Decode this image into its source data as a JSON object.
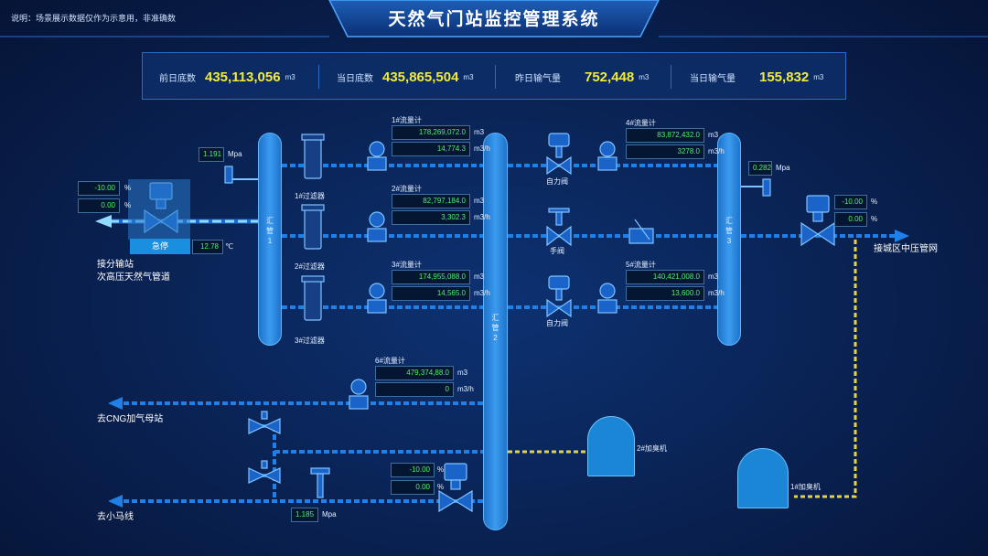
{
  "note": "说明：场景展示数据仅作为示意用，非准确数",
  "title": "天然气门站监控管理系统",
  "stats": [
    {
      "label": "前日底数",
      "value": "435,113,056",
      "unit": "m3"
    },
    {
      "label": "当日底数",
      "value": "435,865,504",
      "unit": "m3"
    },
    {
      "label": "昨日输气量",
      "value": "752,448",
      "unit": "m3"
    },
    {
      "label": "当日输气量",
      "value": "155,832",
      "unit": "m3"
    }
  ],
  "inlet": {
    "valve_pct_1": "-10.00",
    "valve_pct_2": "0.00",
    "pct_unit": "%",
    "pressure": "1.191",
    "pressure_unit": "Mpa",
    "temperature": "12.78",
    "temperature_unit": "℃",
    "estop_label": "急停",
    "source_label_1": "接分输站",
    "source_label_2": "次高压天然气管道"
  },
  "headers": {
    "h1": "汇\n管\n1",
    "h2": "汇\n管\n2",
    "h3": "汇\n管\n3"
  },
  "filters": [
    "1#过滤器",
    "2#过滤器",
    "3#过滤器"
  ],
  "meters": [
    {
      "name": "1#流量计",
      "total": "178,269,072.0",
      "total_unit": "m3",
      "rate": "14,774.3",
      "rate_unit": "m3/h"
    },
    {
      "name": "2#流量计",
      "total": "82,797,184.0",
      "total_unit": "m3",
      "rate": "3,302.3",
      "rate_unit": "m3/h"
    },
    {
      "name": "3#流量计",
      "total": "174,955,088.0",
      "total_unit": "m3",
      "rate": "14,565.0",
      "rate_unit": "m3/h"
    },
    {
      "name": "4#流量计",
      "total": "83,872,432.0",
      "total_unit": "m3",
      "rate": "3278.0",
      "rate_unit": "m3/h"
    },
    {
      "name": "5#流量计",
      "total": "140,421,008.0",
      "total_unit": "m3",
      "rate": "13,600.0",
      "rate_unit": "m3/h"
    },
    {
      "name": "6#流量计",
      "total": "479,374,88.0",
      "total_unit": "m3",
      "rate": "0",
      "rate_unit": "m3/h"
    }
  ],
  "valves": {
    "self1": "自力阀",
    "manual": "手阀",
    "self2": "自力阀"
  },
  "outlet": {
    "pressure": "0.282",
    "pressure_unit": "Mpa",
    "valve_pct_1": "-10.00",
    "valve_pct_2": "0.00",
    "pct_unit": "%",
    "dest_label": "接城区中压管网"
  },
  "branches": {
    "cng_label": "去CNG加气母站",
    "xiaoma_label": "去小马线",
    "valve_pct_1": "-10.00",
    "valve_pct_2": "0.00",
    "pct_unit": "%",
    "pressure": "1.185",
    "pressure_unit": "Mpa"
  },
  "odorizers": {
    "o1": "1#加臭机",
    "o2": "2#加臭机"
  },
  "colors": {
    "pipe": "#2a8df2",
    "flow": "#7fd4ff",
    "odor_line": "#e8d43a",
    "value_green": "#4ef06a",
    "stat_yellow": "#f3ea3a"
  }
}
